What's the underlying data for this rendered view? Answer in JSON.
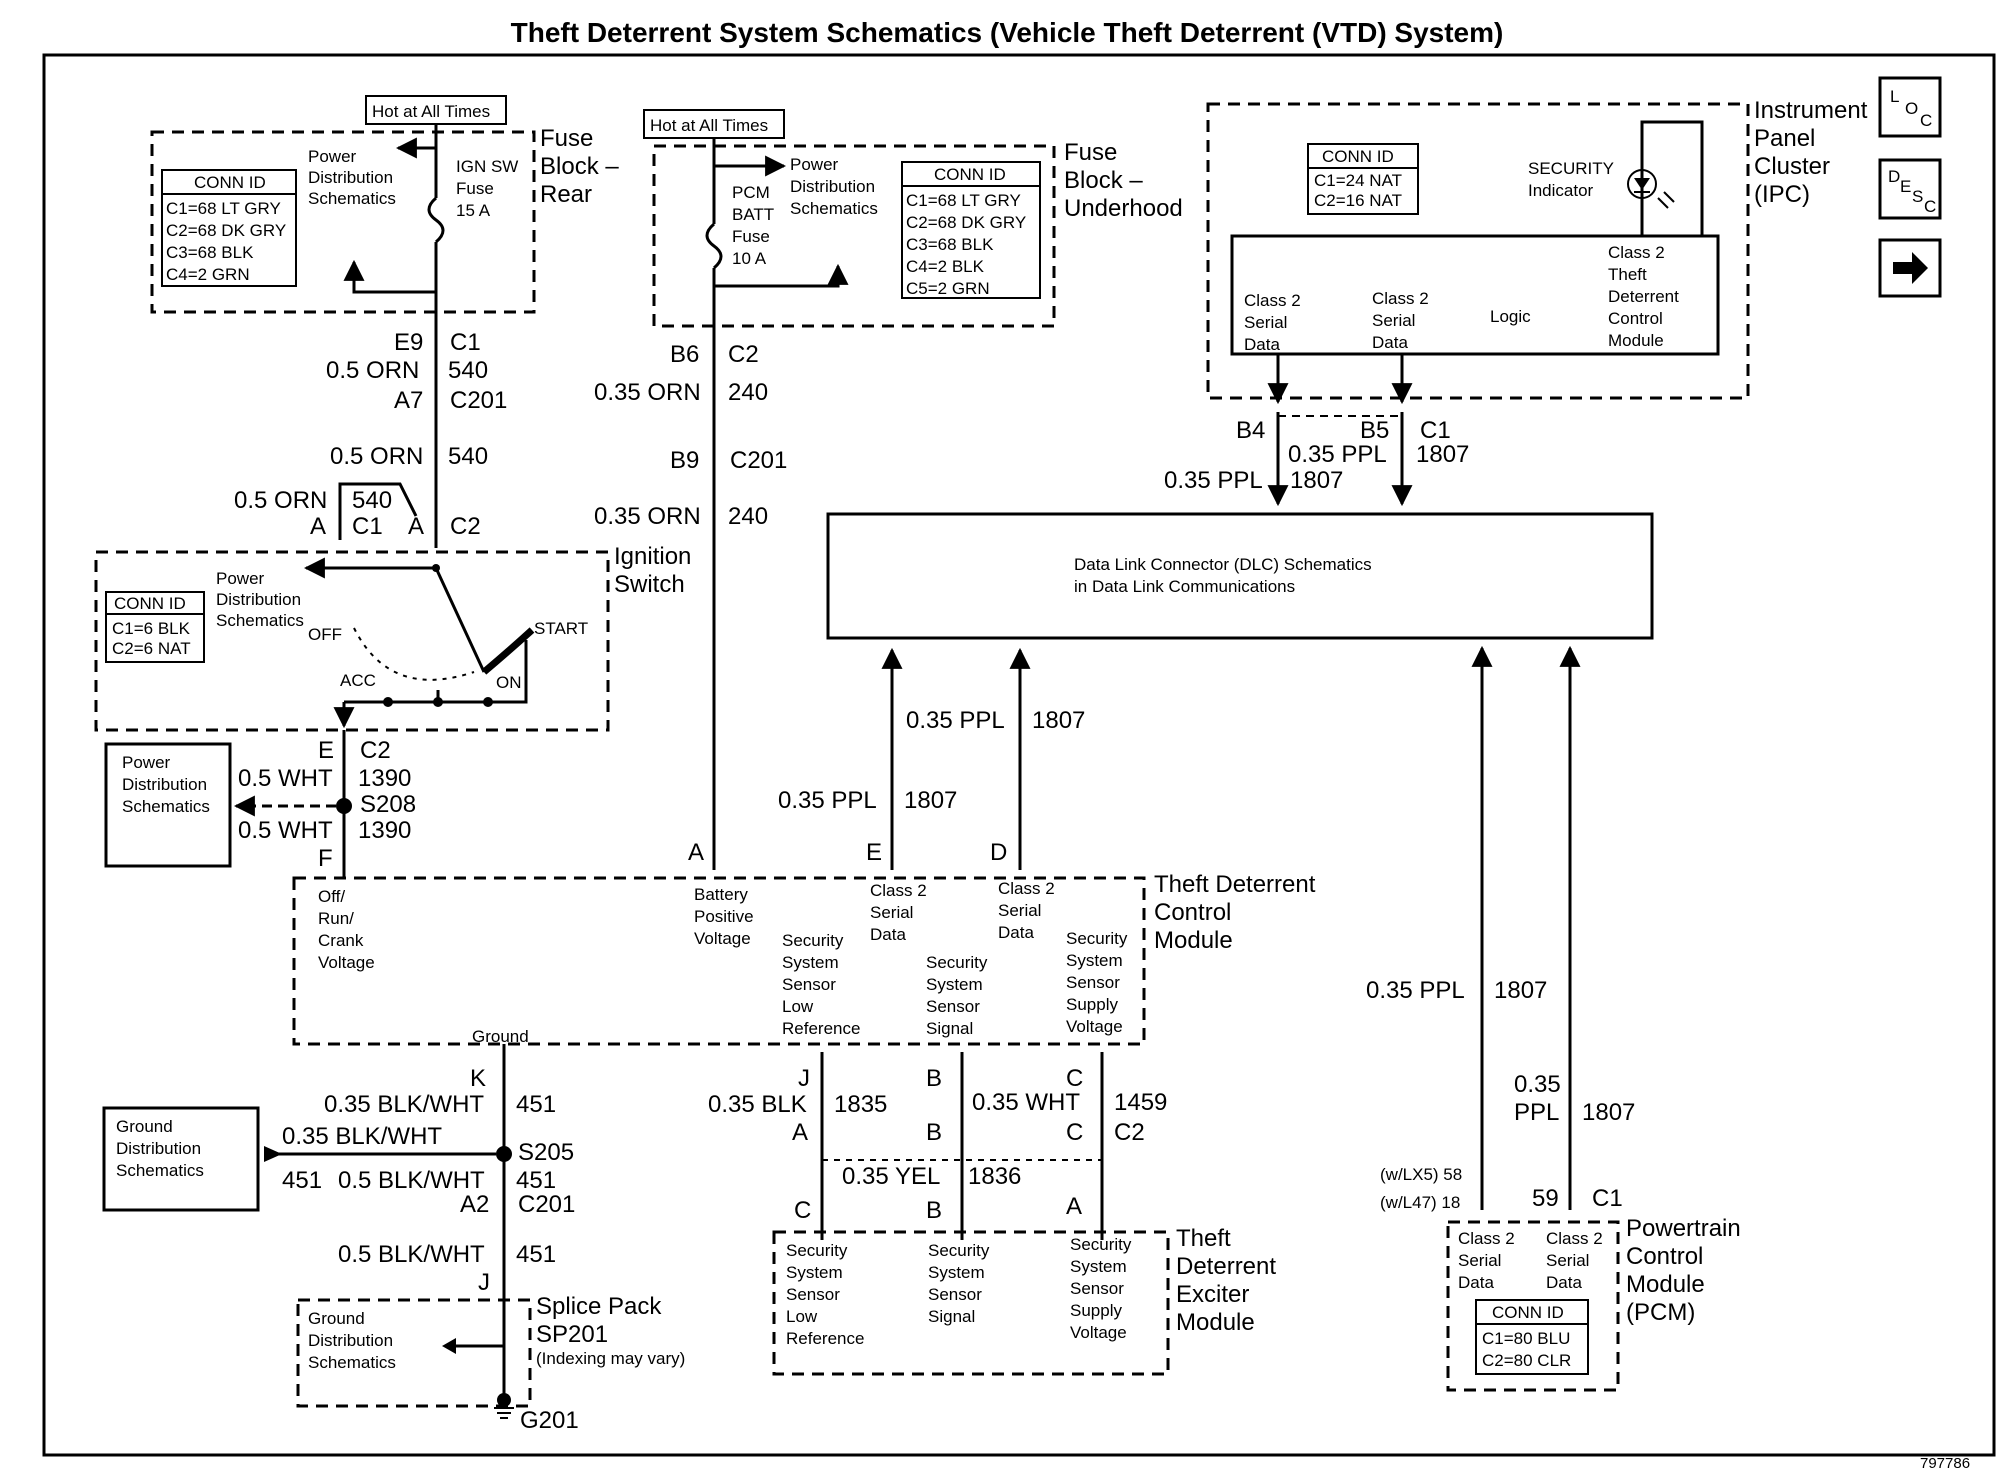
{
  "title": "Theft Deterrent System Schematics (Vehicle Theft Deterrent (VTD) System)",
  "figure_number": "797786",
  "nav_icons": {
    "loc": "LOC",
    "desc": "DESC",
    "next": "right-arrow-icon"
  },
  "hot_at_all_times": "Hot at All Times",
  "power_distribution_schematics": [
    "Power",
    "Distribution",
    "Schematics"
  ],
  "ground_distribution_schematics": [
    "Ground",
    "Distribution",
    "Schematics"
  ],
  "fuse_block_rear": {
    "title": [
      "Fuse",
      "Block –",
      "Rear"
    ],
    "conn_id": {
      "header": "CONN ID",
      "rows": [
        "C1=68 LT GRY",
        "C2=68 DK GRY",
        "C3=68 BLK",
        "C4=2 GRN"
      ]
    },
    "fuse": [
      "IGN SW",
      "Fuse",
      "15 A"
    ]
  },
  "fuse_block_underhood": {
    "title": [
      "Fuse",
      "Block –",
      "Underhood"
    ],
    "conn_id": {
      "header": "CONN ID",
      "rows": [
        "C1=68 LT GRY",
        "C2=68 DK GRY",
        "C3=68 BLK",
        "C4=2 BLK",
        "C5=2 GRN"
      ]
    },
    "fuse": [
      "PCM",
      "BATT",
      "Fuse",
      "10 A"
    ]
  },
  "ipc": {
    "title": [
      "Instrument",
      "Panel",
      "Cluster",
      "(IPC)"
    ],
    "conn_id": {
      "header": "CONN ID",
      "rows": [
        "C1=24 NAT",
        "C2=16 NAT"
      ]
    },
    "security_indicator": [
      "SECURITY",
      "Indicator"
    ],
    "module_labels": {
      "serial1": [
        "Class 2",
        "Serial",
        "Data"
      ],
      "serial2": [
        "Class 2",
        "Serial",
        "Data"
      ],
      "logic": "Logic",
      "tdcm": [
        "Class 2",
        "Theft",
        "Deterrent",
        "Control",
        "Module"
      ]
    }
  },
  "ignition_switch": {
    "title": [
      "Ignition",
      "Switch"
    ],
    "conn_id": {
      "header": "CONN ID",
      "rows": [
        "C1=6 BLK",
        "C2=6 NAT"
      ]
    },
    "positions": {
      "off": "OFF",
      "acc": "ACC",
      "on": "ON",
      "start": "START"
    }
  },
  "dlc": {
    "text": [
      "Data Link Connector (DLC) Schematics",
      "in Data Link Communications"
    ]
  },
  "tdcm": {
    "title": [
      "Theft Deterrent",
      "Control",
      "Module"
    ],
    "pins": {
      "orc": [
        "Off/",
        "Run/",
        "Crank",
        "Voltage"
      ],
      "bpv": [
        "Battery",
        "Positive",
        "Voltage"
      ],
      "c2e": [
        "Class 2",
        "Serial",
        "Data"
      ],
      "c2d": [
        "Class 2",
        "Serial",
        "Data"
      ],
      "low": [
        "Security",
        "System",
        "Sensor",
        "Low",
        "Reference"
      ],
      "sig": [
        "Security",
        "System",
        "Sensor",
        "Signal"
      ],
      "sup": [
        "Security",
        "System",
        "Sensor",
        "Supply",
        "Voltage"
      ],
      "gnd": "Ground"
    }
  },
  "exciter": {
    "title": [
      "Theft",
      "Deterrent",
      "Exciter",
      "Module"
    ],
    "pins": {
      "low": [
        "Security",
        "System",
        "Sensor",
        "Low",
        "Reference"
      ],
      "sig": [
        "Security",
        "System",
        "Sensor",
        "Signal"
      ],
      "sup": [
        "Security",
        "System",
        "Sensor",
        "Supply",
        "Voltage"
      ]
    }
  },
  "pcm": {
    "title": [
      "Powertrain",
      "Control",
      "Module",
      "(PCM)"
    ],
    "conn_id": {
      "header": "CONN ID",
      "rows": [
        "C1=80 BLU",
        "C2=80 CLR"
      ]
    },
    "pin_labels": {
      "a": [
        "Class 2",
        "Serial",
        "Data"
      ],
      "b": [
        "Class 2",
        "Serial",
        "Data"
      ]
    }
  },
  "splice_pack": {
    "title": [
      "Splice Pack",
      "SP201"
    ],
    "note": "(Indexing may vary)"
  },
  "power_box": [
    "Power",
    "Distribution",
    "Schematics"
  ],
  "ground_box": [
    "Ground",
    "Distribution",
    "Schematics"
  ],
  "labels": {
    "e9": "E9",
    "c1": "C1",
    "wire_05orn": "0.5 ORN",
    "n540": "540",
    "a7": "A7",
    "c201": "C201",
    "a": "A",
    "c2": "C2",
    "b6": "B6",
    "wire_035orn": "0.35 ORN",
    "n240": "240",
    "b9": "B9",
    "b4": "B4",
    "b5": "B5",
    "wire_035ppl": "0.35 PPL",
    "n1807": "1807",
    "e": "E",
    "f": "F",
    "wire_05wht": "0.5 WHT",
    "n1390": "1390",
    "s208": "S208",
    "d": "D",
    "k": "K",
    "j": "J",
    "b": "B",
    "c": "C",
    "wire_035blkwht": "0.35 BLK/WHT",
    "n451": "451",
    "s205": "S205",
    "wire_05blkwht": "0.5 BLK/WHT",
    "a2": "A2",
    "wire_035blk": "0.35 BLK",
    "n1835": "1835",
    "wire_035wht": "0.35 WHT",
    "n1459": "1459",
    "wire_035yel": "0.35 YEL",
    "n1836": "1836",
    "wlx5": "(w/LX5) 58",
    "wl47": "(w/L47) 18",
    "n59": "59",
    "wire_035": "0.35",
    "wire_ppl": "PPL",
    "g201": "G201"
  }
}
